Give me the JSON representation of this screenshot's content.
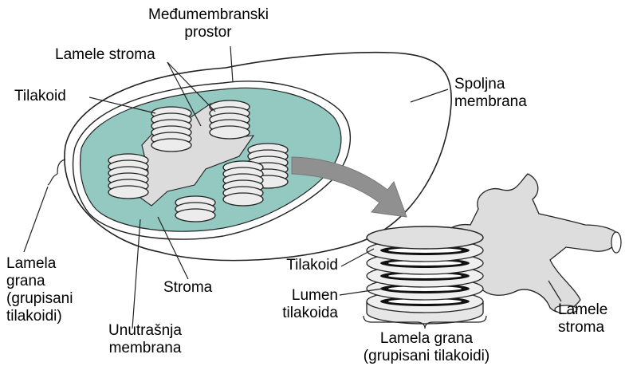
{
  "colors": {
    "background": "#ffffff",
    "stroma": "#93c9c1",
    "membrane": "#ffffff",
    "thylakoid": "#ececec",
    "outline": "#222222",
    "arrow": "#909090",
    "zoom_fill": "#dddddd"
  },
  "labels": {
    "intermembrane_space": "Međumembranski\nprostor",
    "stroma_lamellae_top": "Lamele stroma",
    "thylakoid_left": "Tilakoid",
    "outer_membrane": "Spoljna\nmembrana",
    "granum_left": "Lamela\ngrana\n(grupisani\ntilakoidi)",
    "stroma": "Stroma",
    "inner_membrane": "Unutrašnja\nmembrana",
    "thylakoid_right": "Tilakoid",
    "thylakoid_lumen": "Lumen\ntilakoida",
    "granum_bottom": "Lamela grana\n(grupisani tilakoidi)",
    "stroma_lamellae_right": "Lamele\nstroma"
  }
}
